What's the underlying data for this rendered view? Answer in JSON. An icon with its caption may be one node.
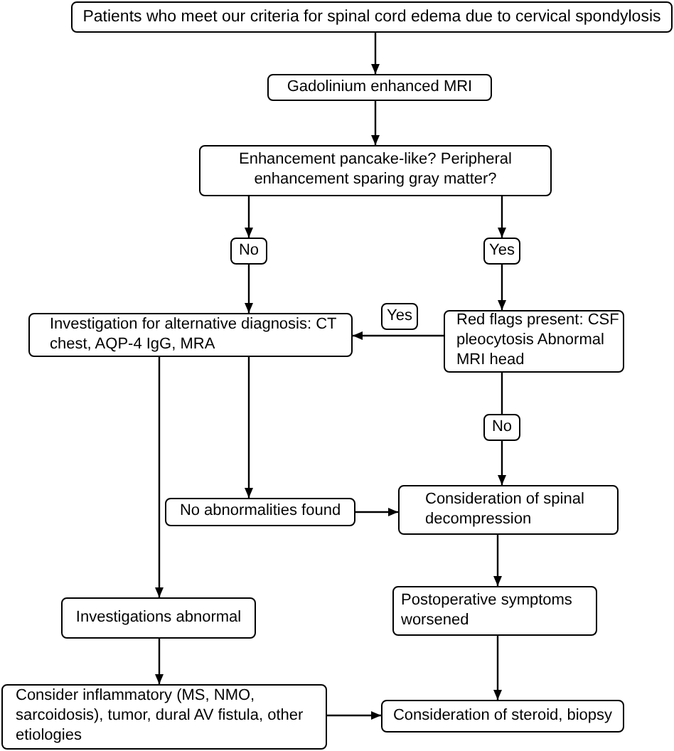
{
  "diagram": {
    "nodes": [
      {
        "text": [
          "Patients who meet our criteria for spinal cord edema due to cervical spondylosis"
        ]
      },
      {
        "text": [
          "Gadolinium enhanced MRI"
        ]
      },
      {
        "text": [
          "Enhancement pancake-like? Peripheral enhancement sparing gray matter?"
        ]
      },
      {
        "text": [
          "No"
        ]
      },
      {
        "text": [
          "Yes"
        ]
      },
      {
        "text": [
          "Investigation for alternative diagnosis: CT chest, AQP-4 IgG, MRA"
        ]
      },
      {
        "text": [
          "Yes"
        ]
      },
      {
        "text": [
          "Red flags present: CSF pleocytosis Abnormal MRI head"
        ]
      },
      {
        "text": [
          "No"
        ]
      },
      {
        "text": [
          "No abnormalities found"
        ]
      },
      {
        "text": [
          "Consideration of spinal decompression"
        ]
      },
      {
        "text": [
          "Investigations abnormal"
        ]
      },
      {
        "text": [
          "Postoperative symptoms worsened"
        ]
      },
      {
        "text": [
          "Consider inflammatory (MS, NMO, sarcoidosis), tumor, dural AV fistula, other etiologies"
        ]
      },
      {
        "text": [
          "Consideration of steroid, biopsy"
        ]
      }
    ],
    "edges": [
      {
        "from": 0,
        "to": 1,
        "arrow": "to"
      },
      {
        "from": 1,
        "to": 2,
        "arrow": "to"
      },
      {
        "from": 2,
        "to": 3,
        "arrow": "to"
      },
      {
        "from": 2,
        "to": 4,
        "arrow": "to"
      },
      {
        "from": 3,
        "to": 5,
        "arrow": "to"
      },
      {
        "from": 4,
        "to": 7,
        "arrow": "to"
      },
      {
        "from": 7,
        "to": 5,
        "arrow": "to"
      },
      {
        "from": 7,
        "to": 8,
        "arrow": "none"
      },
      {
        "from": 8,
        "to": 10,
        "arrow": "to"
      },
      {
        "from": 5,
        "to": 9,
        "arrow": "to"
      },
      {
        "from": 9,
        "to": 10,
        "arrow": "to"
      },
      {
        "from": 5,
        "to": 11,
        "arrow": "to"
      },
      {
        "from": 10,
        "to": 12,
        "arrow": "to"
      },
      {
        "from": 11,
        "to": 13,
        "arrow": "to"
      },
      {
        "from": 12,
        "to": 14,
        "arrow": "to"
      },
      {
        "from": 13,
        "to": 14,
        "arrow": "to"
      }
    ]
  }
}
